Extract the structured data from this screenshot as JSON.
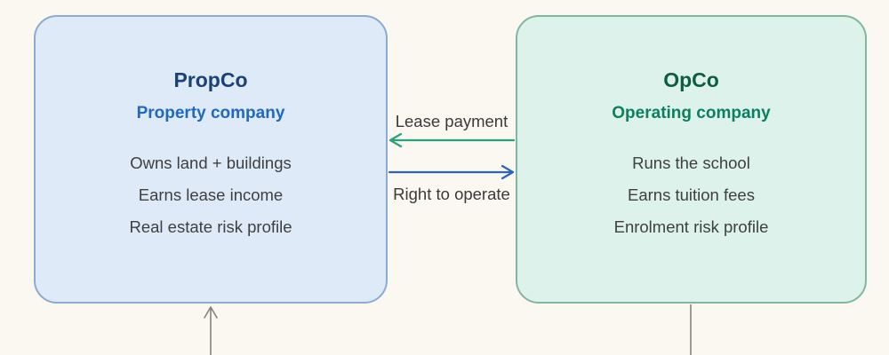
{
  "canvas": {
    "background": "#faf8f1"
  },
  "propco": {
    "title": "PropCo",
    "subtitle": "Property company",
    "lines": [
      "Owns land + buildings",
      "Earns lease income",
      "Real estate risk profile"
    ],
    "fill": "#dfeaf8",
    "border": "#8cabd3",
    "title_color": "#1c4178",
    "subtitle_color": "#2268bc"
  },
  "opco": {
    "title": "OpCo",
    "subtitle": "Operating company",
    "lines": [
      "Runs the school",
      "Earns tuition fees",
      "Enrolment risk profile"
    ],
    "fill": "#ddf2ea",
    "border": "#82b6a2",
    "title_color": "#0f5c45",
    "subtitle_color": "#0d7f5e"
  },
  "flows": {
    "lease_label": "Lease payment",
    "operate_label": "Right to operate",
    "lease_color": "#29a17a",
    "operate_color": "#2e63bd",
    "label_color": "#3a3a3a"
  },
  "connectors": {
    "color": "#85827b"
  },
  "body_text_color": "#3f3f3f"
}
